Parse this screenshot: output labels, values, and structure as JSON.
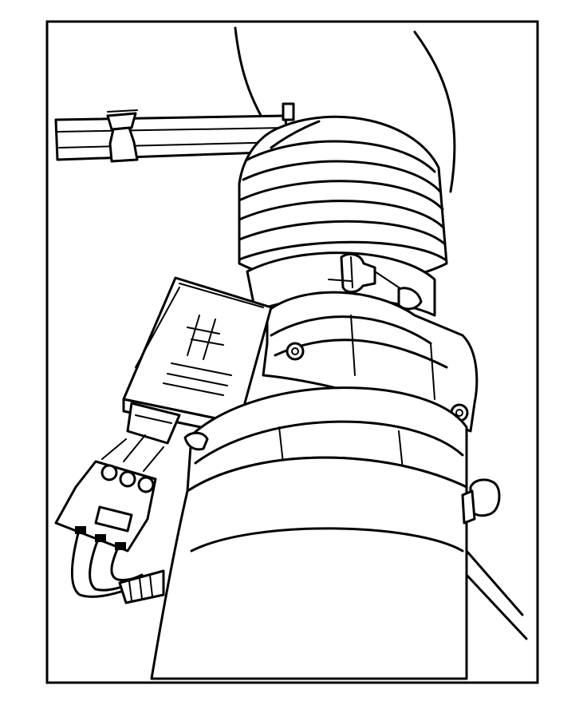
{
  "figure": {
    "colors": {
      "ink": "#000000",
      "paper": "#ffffff"
    },
    "parts": [
      "frame",
      "upper-hose",
      "mounting-bracket",
      "air-inlet-duct",
      "duct-clamp",
      "mass-air-flow-sensor",
      "electrical-connector",
      "wire-harness",
      "lower-duct",
      "retaining-bolt"
    ]
  }
}
